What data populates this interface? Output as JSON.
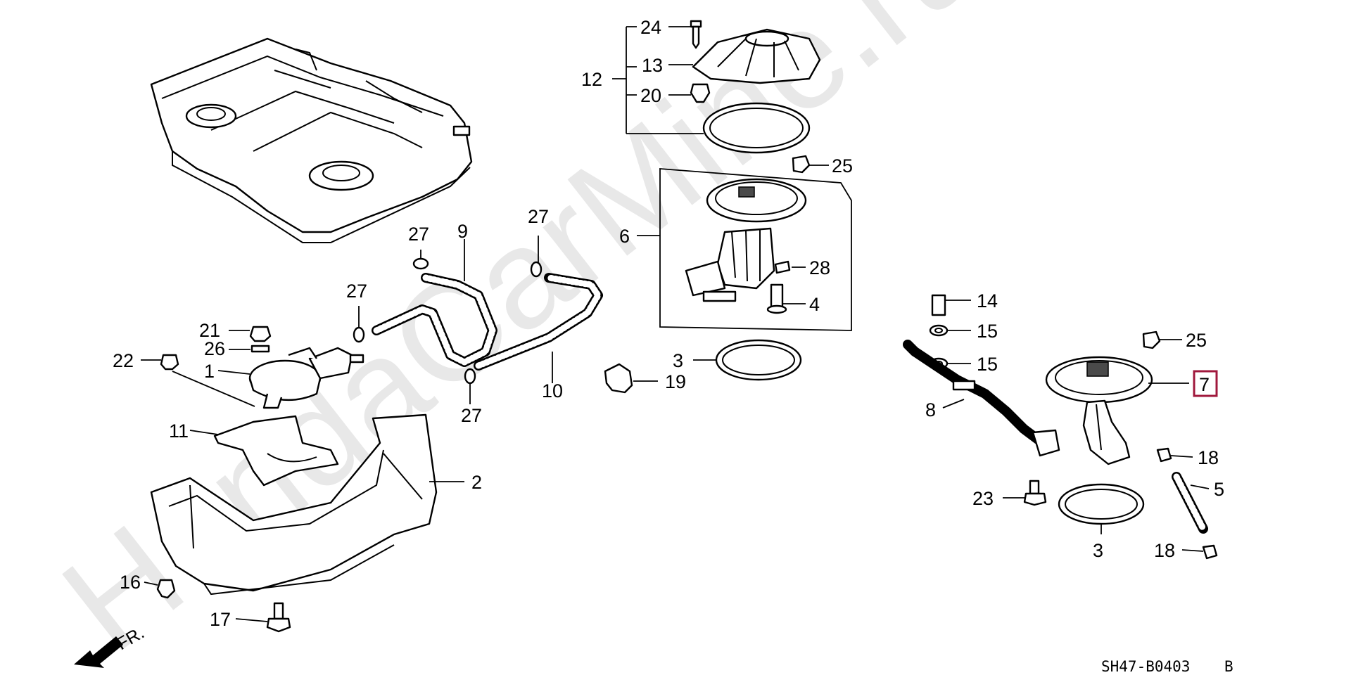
{
  "watermark": "HondaCarMine.ru",
  "diagram_code": "SH47-B0403",
  "diagram_code_suffix": "B",
  "front_marker": "FR.",
  "highlighted_part": "7",
  "highlight_color": "#a0183c",
  "callouts": {
    "p24": "24",
    "p13": "13",
    "p12": "12",
    "p20": "20",
    "p25a": "25",
    "p6": "6",
    "p28": "28",
    "p4": "4",
    "p27a": "27",
    "p9": "9",
    "p27b": "27",
    "p27c": "27",
    "p27d": "27",
    "p21": "21",
    "p26": "26",
    "p22": "22",
    "p1": "1",
    "p10": "10",
    "p3a": "3",
    "p19": "19",
    "p11": "11",
    "p2": "2",
    "p16": "16",
    "p17": "17",
    "p14": "14",
    "p15a": "15",
    "p15b": "15",
    "p25b": "25",
    "p7": "7",
    "p8": "8",
    "p18a": "18",
    "p5": "5",
    "p23": "23",
    "p3b": "3",
    "p18b": "18"
  }
}
